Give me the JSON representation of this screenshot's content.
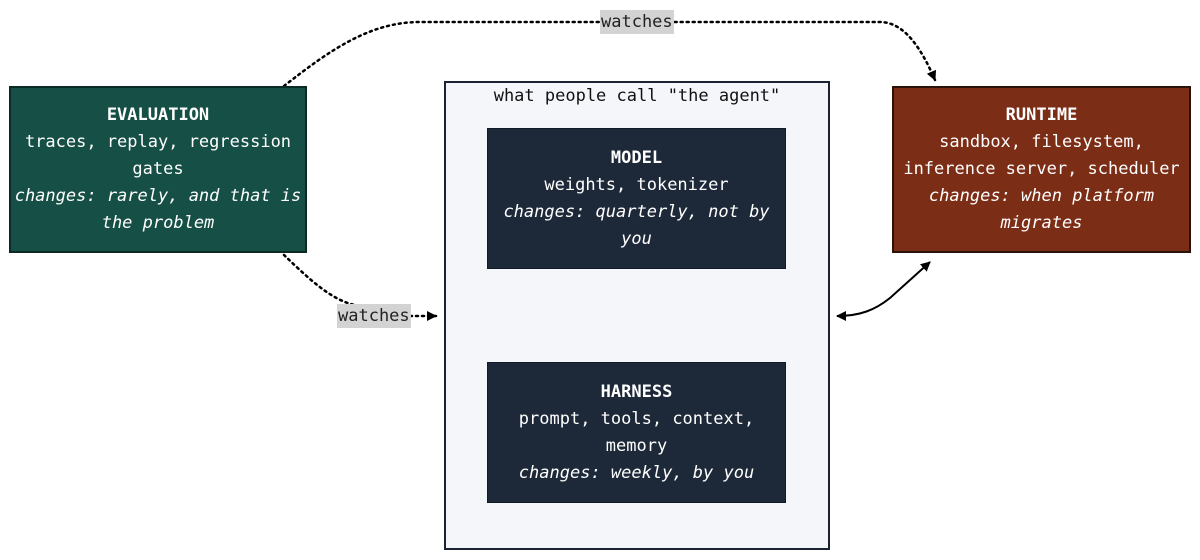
{
  "diagram": {
    "container": {
      "caption": "what people call \"the agent\""
    },
    "nodes": {
      "evaluation": {
        "title": "EVALUATION",
        "desc_line1": "traces, replay, regression",
        "desc_line2": "gates",
        "changes_line1": "changes: rarely, and that is",
        "changes_line2": "the problem",
        "fill": "#154f45"
      },
      "model": {
        "title": "MODEL",
        "desc_line1": "weights, tokenizer",
        "changes_line1": "changes: quarterly, not by",
        "changes_line2": "you",
        "fill": "#1d2939"
      },
      "harness": {
        "title": "HARNESS",
        "desc_line1": "prompt, tools, context,",
        "desc_line2": "memory",
        "changes_line1": "changes: weekly, by you",
        "fill": "#1d2939"
      },
      "runtime": {
        "title": "RUNTIME",
        "desc_line1": "sandbox, filesystem,",
        "desc_line2": "inference server, scheduler",
        "changes_line1": "changes: when platform",
        "changes_line2": "migrates",
        "fill": "#7c2d16"
      }
    },
    "edges": {
      "eval_to_runtime": {
        "label": "watches",
        "style": "dotted"
      },
      "eval_to_agent": {
        "label": "watches",
        "style": "dotted"
      },
      "model_harness": {
        "style": "solid",
        "bidirectional": true
      },
      "agent_runtime": {
        "style": "solid",
        "bidirectional": true
      }
    }
  }
}
